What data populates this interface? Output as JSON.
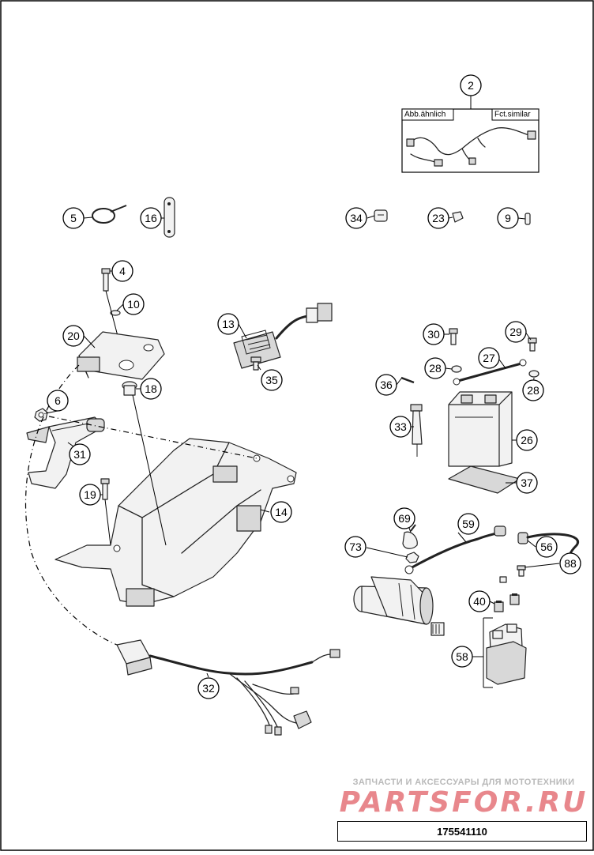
{
  "callouts": [
    "2",
    "5",
    "16",
    "34",
    "23",
    "9",
    "4",
    "10",
    "20",
    "13",
    "35",
    "30",
    "29",
    "27",
    "28",
    "28",
    "36",
    "18",
    "6",
    "33",
    "26",
    "31",
    "19",
    "14",
    "37",
    "69",
    "59",
    "73",
    "56",
    "88",
    "40",
    "58",
    "32"
  ],
  "variant_labels": {
    "left": "Abb.ähnlich",
    "right": "Fct.similar"
  },
  "watermark": {
    "tagline": "ЗАПЧАСТИ И АКСЕССУАРЫ ДЛЯ МОТОТЕХНИКИ",
    "brand": "PARTSFOR.RU"
  },
  "drawing_number": "175541110"
}
